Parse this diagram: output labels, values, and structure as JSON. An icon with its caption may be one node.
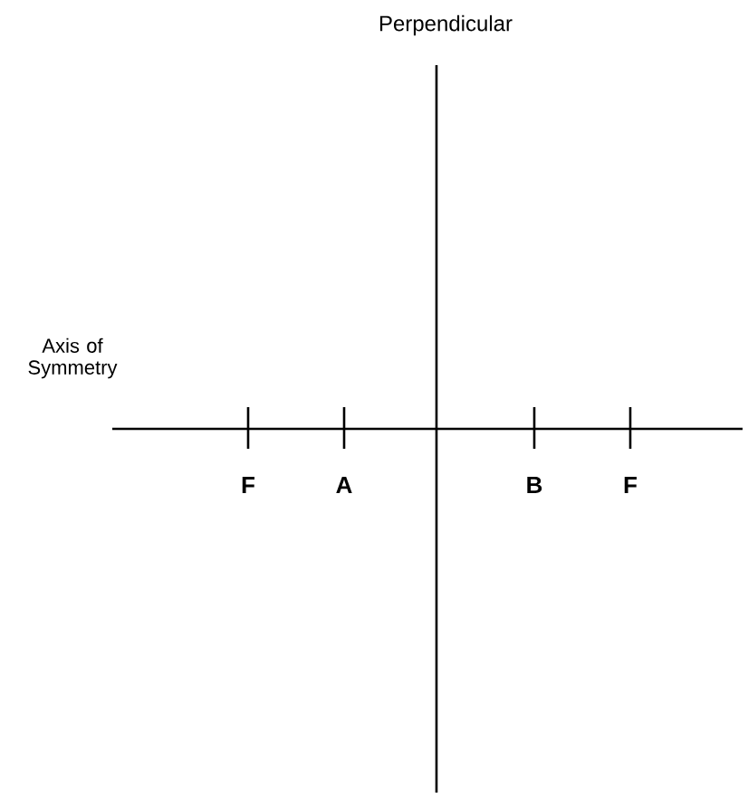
{
  "diagram": {
    "labels": [
      "Perpendicular",
      "Axis of Symmetry",
      "F",
      "A",
      "B",
      "F"
    ]
  }
}
